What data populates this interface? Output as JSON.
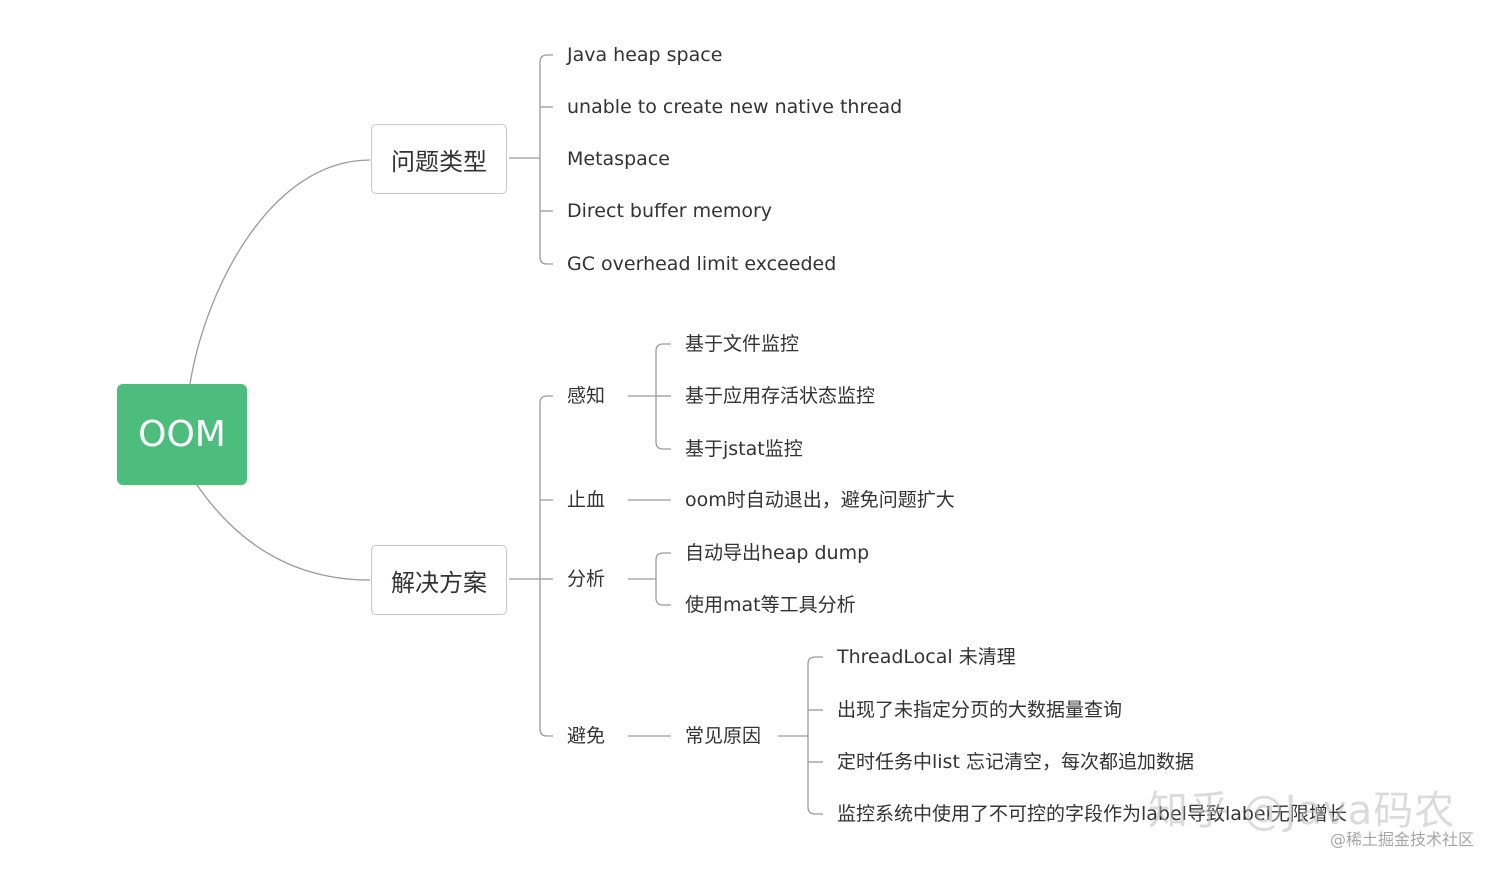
{
  "mindmap": {
    "root": "OOM",
    "branches": [
      {
        "label": "问题类型",
        "children": [
          "Java heap space",
          "unable to create new native thread",
          "Metaspace",
          "Direct buffer memory",
          "GC overhead limit exceeded"
        ]
      },
      {
        "label": "解决方案",
        "children": [
          {
            "label": "感知",
            "children": [
              "基于文件监控",
              "基于应用存活状态监控",
              "基于jstat监控"
            ]
          },
          {
            "label": "止血",
            "children": [
              "oom时自动退出，避免问题扩大"
            ]
          },
          {
            "label": "分析",
            "children": [
              "自动导出heap dump",
              "使用mat等工具分析"
            ]
          },
          {
            "label": "避免",
            "children": [
              {
                "label": "常见原因",
                "children": [
                  "ThreadLocal 未清理",
                  "出现了未指定分页的大数据量查询",
                  "定时任务中list 忘记清空，每次都追加数据",
                  "监控系统中使用了不可控的字段作为label导致label无限增长"
                ]
              }
            ]
          }
        ]
      }
    ]
  },
  "colors": {
    "root_fill": "#4dbd7e",
    "line": "#9a9a9a",
    "text": "#333333"
  },
  "watermark": {
    "main": "知乎 @Java码农",
    "sub": "@稀土掘金技术社区"
  }
}
